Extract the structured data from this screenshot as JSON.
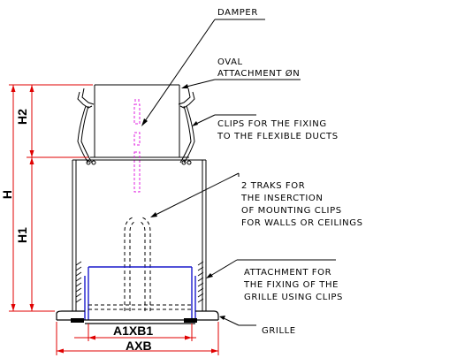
{
  "labels": {
    "damper": "DAMPER",
    "oval_line1": "OVAL",
    "oval_line2": "ATTACHMENT ØN",
    "clips_line1": "CLIPS FOR THE FIXING",
    "clips_line2": "TO THE FLEXIBLE DUCTS",
    "traks_line1": "2 TRAKS FOR",
    "traks_line2": "THE INSERCTION",
    "traks_line3": "OF MOUNTING CLIPS",
    "traks_line4": "FOR WALLS OR CEILINGS",
    "attach_line1": "ATTACHMENT FOR",
    "attach_line2": "THE FIXING OF THE",
    "attach_line3": "GRILLE USING CLIPS",
    "grille": "GRILLE"
  },
  "dimensions": {
    "h": "H",
    "h1": "H1",
    "h2": "H2",
    "a1xb1": "A1XB1",
    "axb": "AXB"
  },
  "colors": {
    "outline": "#000000",
    "dimension": "#e00000",
    "grille_frame": "#1a1acc",
    "damper_marker": "#e020e0"
  }
}
